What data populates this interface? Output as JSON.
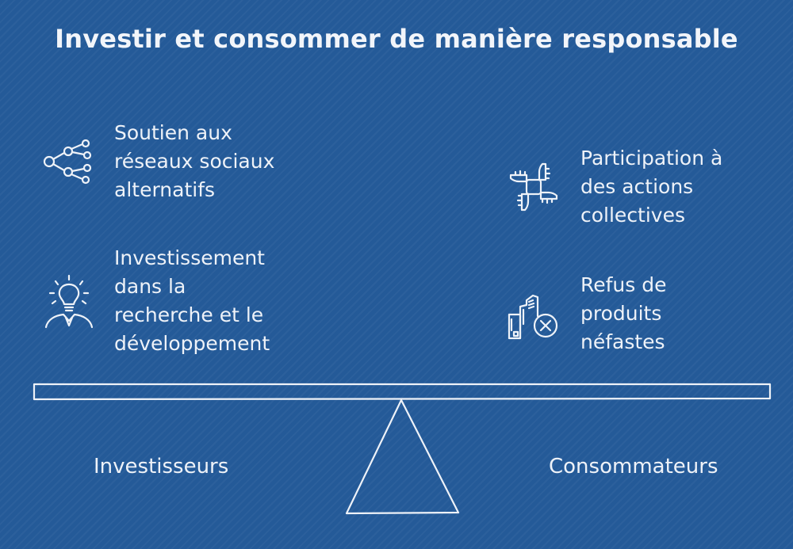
{
  "title": "Investir et consommer de manière responsable",
  "items": {
    "reseaux": {
      "label": "Soutien aux\nréseaux sociaux\nalternatifs",
      "icon": "network-share-icon"
    },
    "recherche": {
      "label": "Investissement\ndans la\nrecherche et le\ndéveloppement",
      "icon": "lightbulb-person-icon"
    },
    "actions": {
      "label": "Participation à\ndes actions\ncollectives",
      "icon": "joined-hands-icon"
    },
    "refus": {
      "label": "Refus de\nproduits\nnéfastes",
      "icon": "rejected-product-icon"
    }
  },
  "groups": {
    "left": "Investisseurs",
    "right": "Consommateurs"
  },
  "colors": {
    "background": "#245a98",
    "chalk": "#eef2f8"
  }
}
